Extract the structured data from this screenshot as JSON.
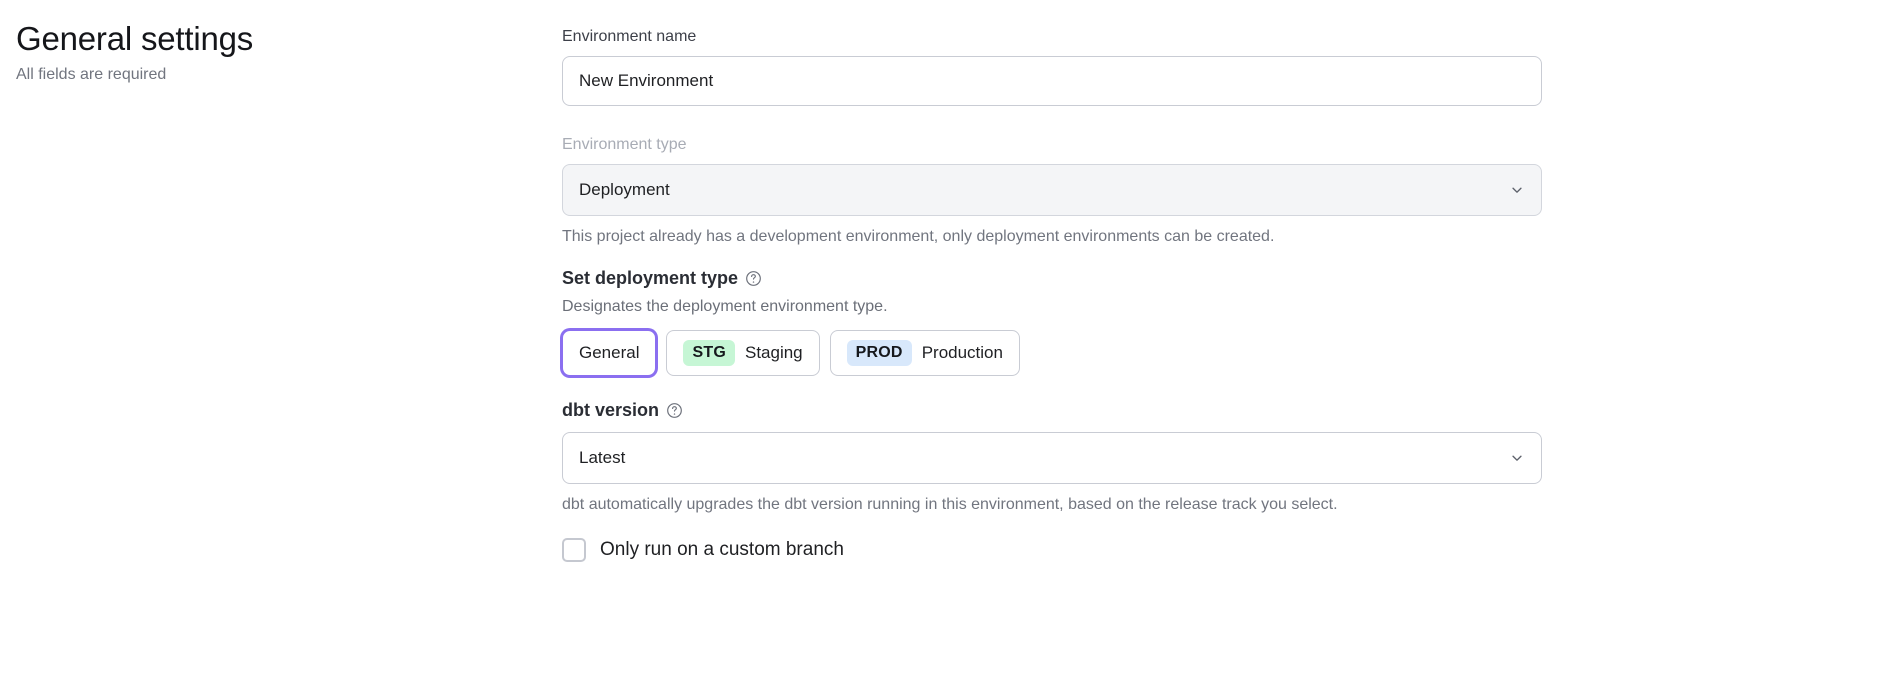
{
  "header": {
    "title": "General settings",
    "subtitle": "All fields are required"
  },
  "form": {
    "environment_name": {
      "label": "Environment name",
      "value": "New Environment",
      "placeholder": "Environment name"
    },
    "environment_type": {
      "label": "Environment type",
      "value": "Deployment",
      "disabled": true,
      "help_text": "This project already has a development environment, only deployment environments can be created.",
      "chevron_icon": "chevron-down-icon"
    },
    "deployment_type": {
      "heading": "Set deployment type",
      "help_icon": "question-circle-icon",
      "description": "Designates the deployment environment type.",
      "options": [
        {
          "label": "General",
          "badge": "",
          "badge_kind": "",
          "selected": true
        },
        {
          "label": "Staging",
          "badge": "STG",
          "badge_kind": "stg",
          "selected": false
        },
        {
          "label": "Production",
          "badge": "PROD",
          "badge_kind": "prod",
          "selected": false
        }
      ]
    },
    "dbt_version": {
      "heading": "dbt version",
      "help_icon": "question-circle-icon",
      "value": "Latest",
      "help_text": "dbt automatically upgrades the dbt version running in this environment, based on the release track you select.",
      "chevron_icon": "chevron-down-icon"
    },
    "custom_branch": {
      "label": "Only run on a custom branch",
      "checked": false
    }
  },
  "colors": {
    "accent_focus": "#8b6ff0",
    "badge_stg_bg": "#c6f6d5",
    "badge_prod_bg": "#d8e8fb",
    "muted_text": "#71757f",
    "border": "#c9ccd4",
    "disabled_bg": "#f4f5f7"
  }
}
